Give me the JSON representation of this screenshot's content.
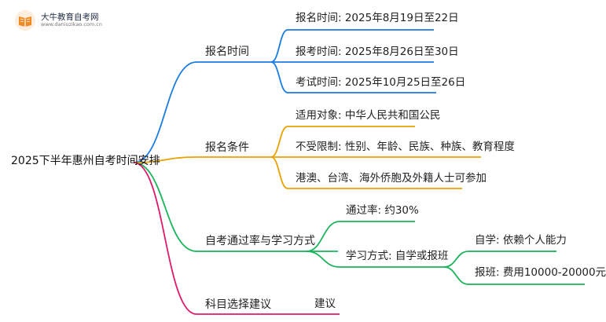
{
  "logo": {
    "name": "大牛教育自考网",
    "url": "www.daniuzikao.com.cn"
  },
  "mindmap": {
    "root": "2025下半年惠州自考时间安排",
    "branches": [
      {
        "label": "报名时间",
        "color": "#1a7be0",
        "children": [
          {
            "label": "报名时间: 2025年8月19日至22日"
          },
          {
            "label": "报考时间: 2025年8月26日至30日"
          },
          {
            "label": "考试时间: 2025年10月25日至26日"
          }
        ]
      },
      {
        "label": "报名条件",
        "color": "#e8a200",
        "children": [
          {
            "label": "适用对象: 中华人民共和国公民"
          },
          {
            "label": "不受限制: 性别、年龄、民族、种族、教育程度"
          },
          {
            "label": "港澳、台湾、海外侨胞及外籍人士可参加"
          }
        ]
      },
      {
        "label": "自考通过率与学习方式",
        "color": "#19b35a",
        "children": [
          {
            "label": "通过率: 约30%"
          },
          {
            "label": "学习方式: 自学或报班",
            "children": [
              {
                "label": "自学: 依赖个人能力"
              },
              {
                "label": "报班: 费用10000-20000元"
              }
            ]
          }
        ]
      },
      {
        "label": "科目选择建议",
        "color": "#e0196a",
        "children": [
          {
            "label": "建议"
          }
        ]
      }
    ]
  }
}
